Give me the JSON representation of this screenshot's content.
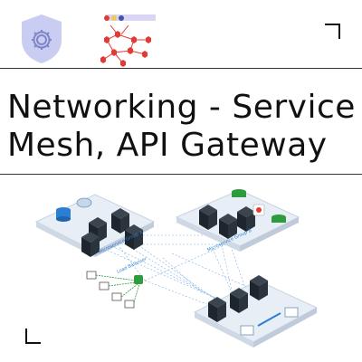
{
  "title": {
    "line1": "Networking - Service",
    "line2": "Mesh, API Gateway"
  },
  "diagram": {
    "labels": {
      "microservice_a": "Microservice Group A",
      "microservice_b": "Microservice Group B",
      "load_balancer": "Load Balancer"
    }
  },
  "colors": {
    "shield": "#c9cdf1",
    "gear": "#7f86c8",
    "graph_node": "#e53935",
    "graph_bar": "#d9d6f5",
    "platform": "#e8eef5",
    "server": "#222b33",
    "accent_blue": "#2a7fd4",
    "accent_green": "#2e9b3f",
    "rule": "#333333"
  }
}
